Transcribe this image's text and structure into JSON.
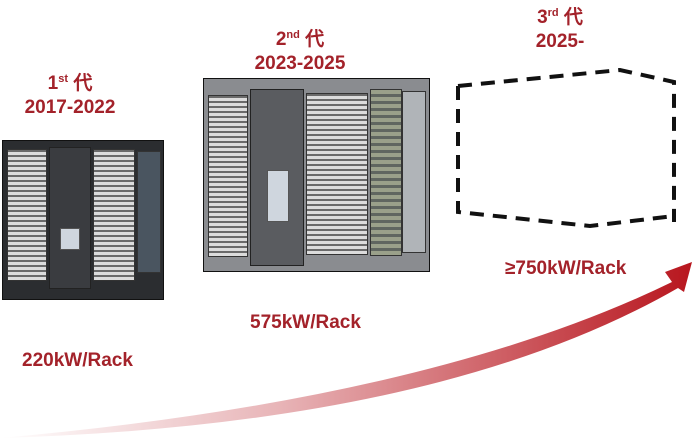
{
  "generations": [
    {
      "ordinal": "1",
      "suffix": "st",
      "gen_char": "代",
      "years": "2017-2022",
      "power": "220kW/Rack"
    },
    {
      "ordinal": "2",
      "suffix": "nd",
      "gen_char": "代",
      "years": "2023-2025",
      "power": "575kW/Rack"
    },
    {
      "ordinal": "3",
      "suffix": "rd",
      "gen_char": "代",
      "years": "2025-",
      "power": "≥750kW/Rack"
    }
  ],
  "colors": {
    "accent": "#a3222a"
  }
}
